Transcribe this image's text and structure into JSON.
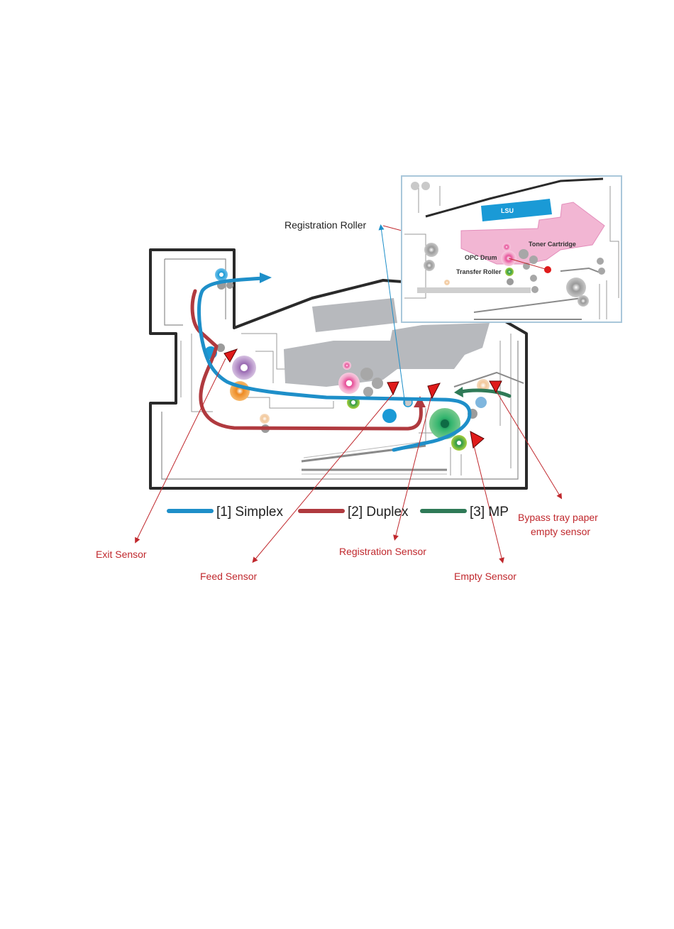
{
  "labels": {
    "registration_roller": "Registration Roller",
    "exit_sensor": "Exit Sensor",
    "feed_sensor": "Feed Sensor",
    "registration_sensor": "Registration Sensor",
    "empty_sensor": "Empty Sensor",
    "bypass_line1": "Bypass tray paper",
    "bypass_line2": "empty sensor"
  },
  "inset": {
    "lsu": "LSU",
    "toner_cartridge": "Toner Cartridge",
    "opc_drum": "OPC Drum",
    "transfer_roller": "Transfer Roller"
  },
  "legend": [
    {
      "label": "[1] Simplex",
      "color": "#1e8fc9"
    },
    {
      "label": "[2] Duplex",
      "color": "#b03a3f"
    },
    {
      "label": "[3] MP",
      "color": "#2f7a57"
    }
  ],
  "colors": {
    "simplex": "#1e8fc9",
    "duplex": "#b03a3f",
    "mp": "#2f7a57",
    "sensor": "#e01b1b",
    "annotation": "#c0282d"
  }
}
